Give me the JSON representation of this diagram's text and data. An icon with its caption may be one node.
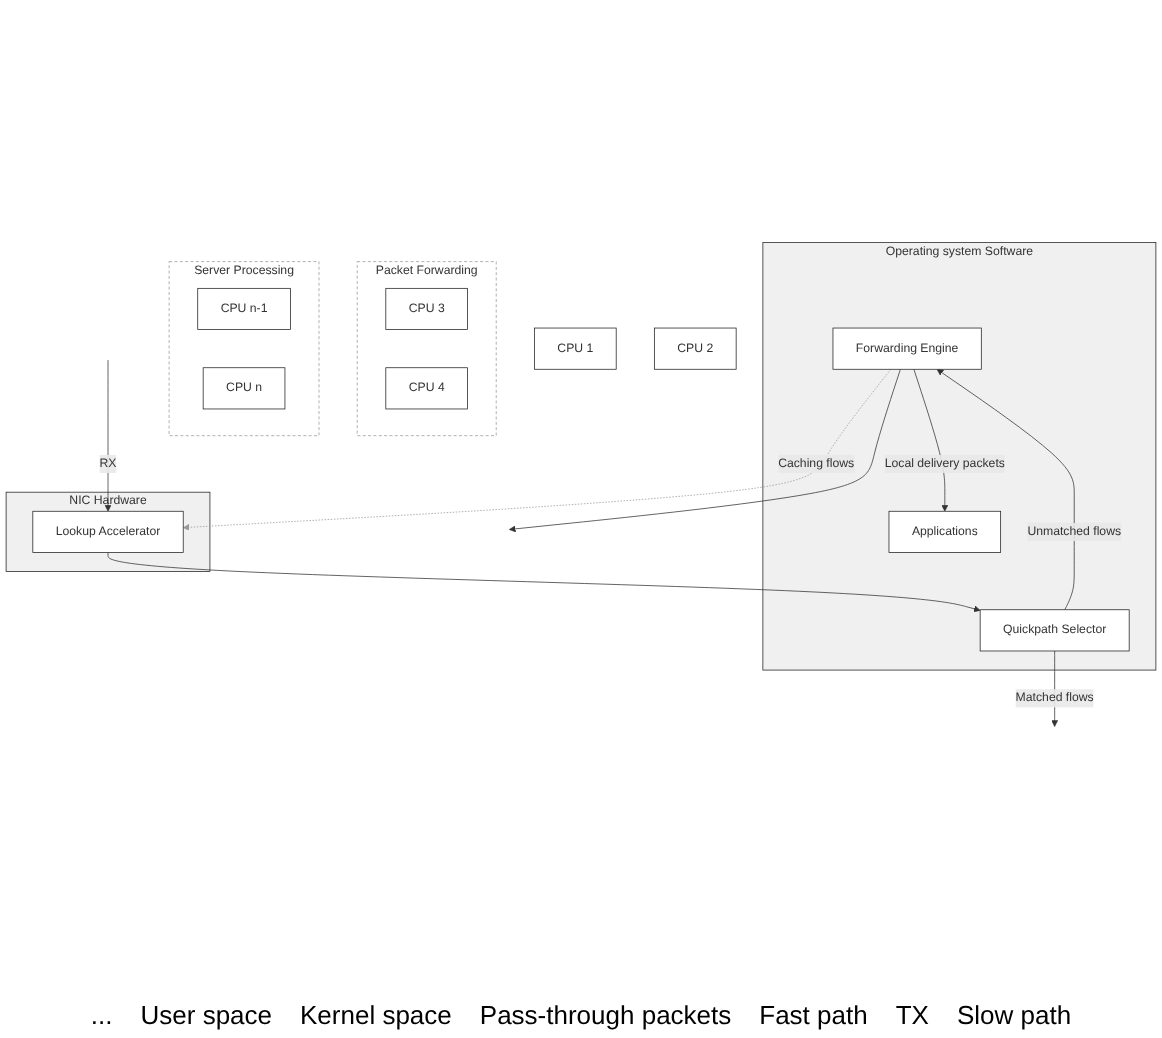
{
  "diagram": {
    "nodes": [
      {
        "text": [
          "CPU 1"
        ]
      },
      {
        "text": [
          "CPU 2"
        ]
      },
      {
        "text": [
          "Packet Forwarding"
        ]
      },
      {
        "text": [
          "CPU 3"
        ],
        "in": 2
      },
      {
        "text": [
          "CPU 4"
        ],
        "in": 2
      },
      {
        "text": [
          "Server Processing"
        ]
      },
      {
        "text": [
          "CPU n-1"
        ],
        "in": 5
      },
      {
        "text": [
          "CPU n"
        ],
        "in": 5
      },
      {
        "text": [
          "Operating system Software"
        ]
      },
      {
        "text": [
          "Applications"
        ],
        "in": 8
      },
      {
        "text": [
          "Forwarding Engine"
        ],
        "in": 8
      },
      {
        "text": [
          "Quickpath Selector"
        ],
        "in": 8
      },
      {
        "text": [
          "NIC Hardware"
        ]
      },
      {
        "text": [
          "Lookup Accelerator"
        ],
        "in": 12
      }
    ],
    "edges": [
      {
        "from": null,
        "to": 13,
        "arrow": "to",
        "label": "RX"
      },
      {
        "from": 13,
        "to": 11,
        "arrow": "to"
      },
      {
        "from": 11,
        "to": 10,
        "arrow": "to",
        "label": "Unmatched flows"
      },
      {
        "from": 10,
        "to": 9,
        "arrow": "to",
        "label": "Local delivery packets"
      },
      {
        "from": 10,
        "to": 13,
        "arrow": "to",
        "label": "Caching flows",
        "style": "dashed",
        "color": "#999999"
      },
      {
        "from": 11,
        "to": null,
        "arrow": "to",
        "label": "Matched flows"
      },
      {
        "from": 10,
        "to": null,
        "arrow": "to"
      }
    ],
    "labels": [
      "...",
      "User space",
      "Kernel space",
      "Pass-through packets",
      "Fast path",
      "TX",
      "Slow path"
    ]
  }
}
